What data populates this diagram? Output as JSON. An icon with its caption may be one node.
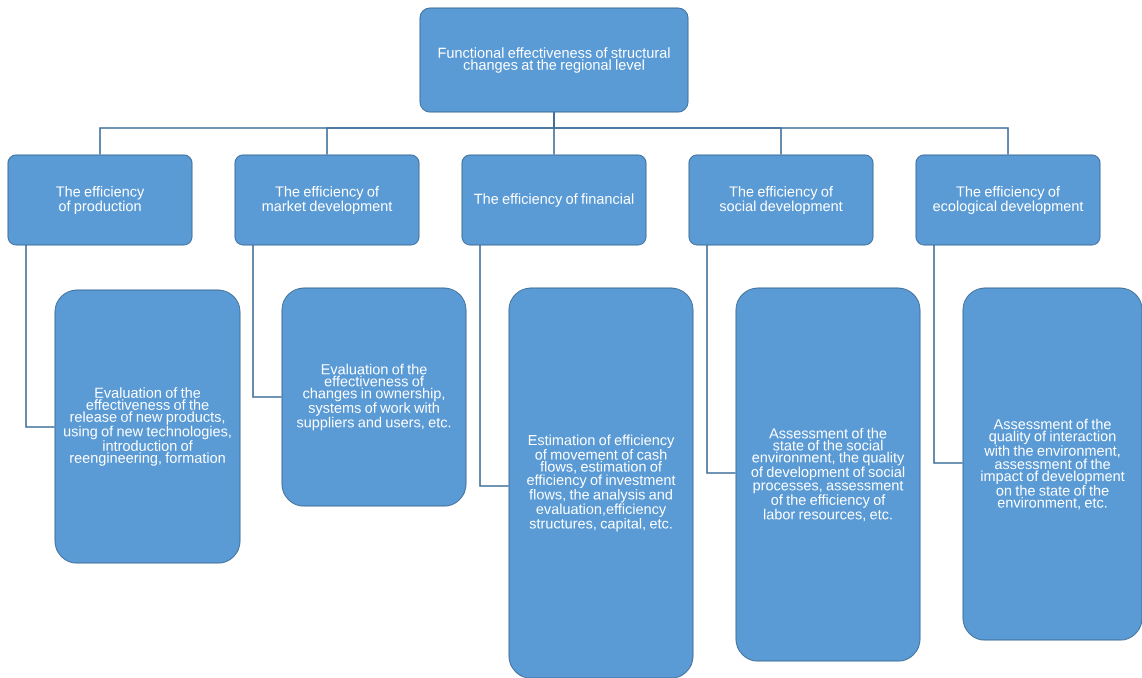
{
  "diagram": {
    "nodes": [
      {
        "text": [
          "Functional effectiveness of structural changes at the regional level"
        ]
      },
      {
        "text": [
          "The efficiency of production"
        ]
      },
      {
        "text": [
          "The efficiency of market development"
        ]
      },
      {
        "text": [
          "The efficiency of financial"
        ]
      },
      {
        "text": [
          "The efficiency of social development"
        ]
      },
      {
        "text": [
          "The efficiency of ecological development"
        ]
      },
      {
        "text": [
          "Evaluation of the effectiveness of the release of new products, using of new technologies, introduction of reengineering, formation"
        ]
      },
      {
        "text": [
          "Evaluation of the effectiveness of changes in ownership, systems of work with suppliers and users, etc."
        ]
      },
      {
        "text": [
          "Estimation of efficiency of movement of cash flows, estimation of efficiency of investment flows, the analysis and evaluation,efficiency structures, capital, etc."
        ]
      },
      {
        "text": [
          "Assessment of the state of the social environment, the quality of development of social processes, assessment of the efficiency of labor resources, etc."
        ]
      },
      {
        "text": [
          "Assessment of the quality of interaction with the environment, assessment of the impact of development on the state of the environment, etc."
        ]
      }
    ],
    "edges": [
      {
        "from": 0,
        "to": 1,
        "arrow": "none"
      },
      {
        "from": 0,
        "to": 2,
        "arrow": "none"
      },
      {
        "from": 0,
        "to": 3,
        "arrow": "none"
      },
      {
        "from": 0,
        "to": 4,
        "arrow": "none"
      },
      {
        "from": 0,
        "to": 5,
        "arrow": "none"
      },
      {
        "from": 1,
        "to": 6,
        "arrow": "none"
      },
      {
        "from": 2,
        "to": 7,
        "arrow": "none"
      },
      {
        "from": 3,
        "to": 8,
        "arrow": "none"
      },
      {
        "from": 4,
        "to": 9,
        "arrow": "none"
      },
      {
        "from": 5,
        "to": 10,
        "arrow": "none"
      }
    ]
  }
}
